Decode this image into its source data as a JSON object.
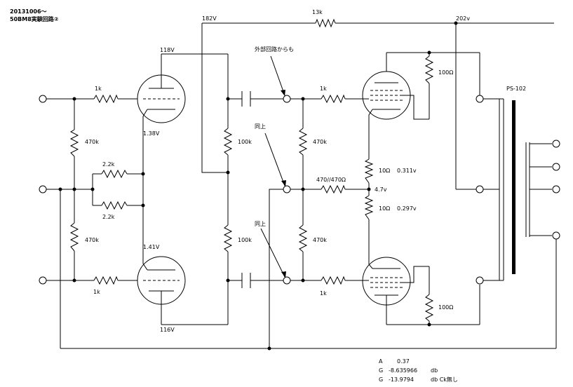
{
  "header": {
    "date": "20131006～",
    "subtitle": "50BM8実験回路②"
  },
  "voltages": {
    "v182": "182V",
    "v118": "118V",
    "v202": "202v",
    "v138": "1.38V",
    "v141": "1.41V",
    "v116": "116V",
    "v47": "4.7v"
  },
  "resistors": {
    "r13k": "13k",
    "r1k_in_top": "1k",
    "r1k_in_bot": "1k",
    "r470k_left_top": "470k",
    "r470k_left_bot": "470k",
    "r22k_top": "2.2k",
    "r22k_bot": "2.2k",
    "r100k_top": "100k",
    "r100k_bot": "100k",
    "r1k_out_top": "1k",
    "r1k_out_bot": "1k",
    "r470k_right_top": "470k",
    "r470k_right_bot": "470k",
    "r470_mid": "470//470Ω",
    "r100ohm_top": "100Ω",
    "r100ohm_bot": "100Ω",
    "r10ohm_top": "10Ω",
    "r10ohm_bot": "10Ω",
    "r10ohm_top_v": "0.311v",
    "r10ohm_bot_v": "0.297v"
  },
  "annotations": {
    "ext_circuit": "外部回路からも",
    "same_top": "同上",
    "same_bot": "同上",
    "transformer": "PS-102"
  },
  "results": {
    "a_key": "A",
    "a_val": "0.37",
    "g1_key": "G",
    "g1_val": "-8.635966",
    "g1_unit": "db",
    "g2_key": "G",
    "g2_val": "-13.9794",
    "g2_unit": "db Ck無し"
  }
}
